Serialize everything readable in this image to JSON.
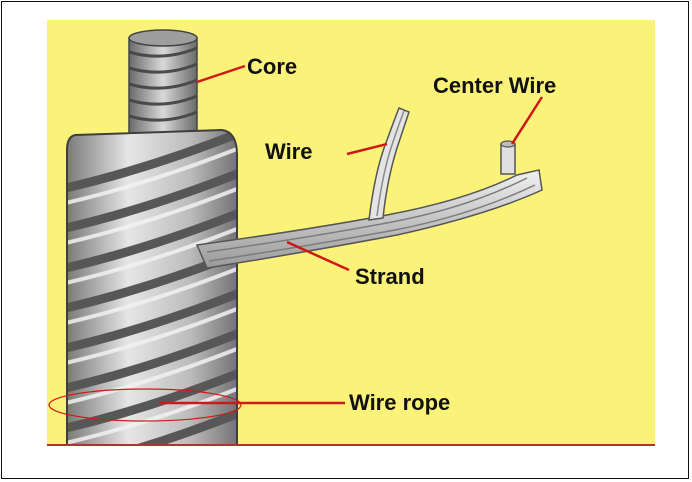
{
  "diagram": {
    "labels": {
      "core": "Core",
      "center_wire": "Center Wire",
      "wire": "Wire",
      "strand": "Strand",
      "wire_rope": "Wire rope"
    },
    "colors": {
      "background": "#fbf27a",
      "leader_line": "#d01818",
      "rope_metal": "#c9c9c9",
      "rope_shadow": "#6e6e6e"
    }
  }
}
